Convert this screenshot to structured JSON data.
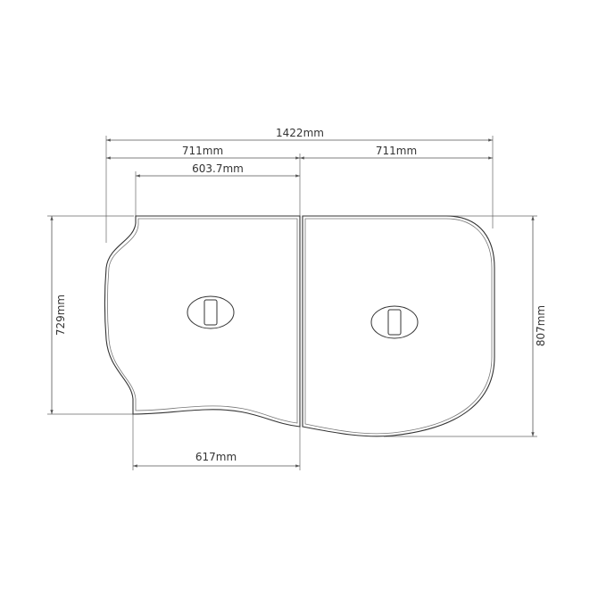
{
  "dimensions": {
    "total_width": "1422mm",
    "left_panel_width": "711mm",
    "right_panel_width": "711mm",
    "left_top_width": "603.7mm",
    "left_bottom_width": "617mm",
    "left_height": "729mm",
    "right_height": "807mm"
  },
  "colors": {
    "outline": "#333333",
    "dimension_line": "#555555",
    "background": "#ffffff"
  }
}
